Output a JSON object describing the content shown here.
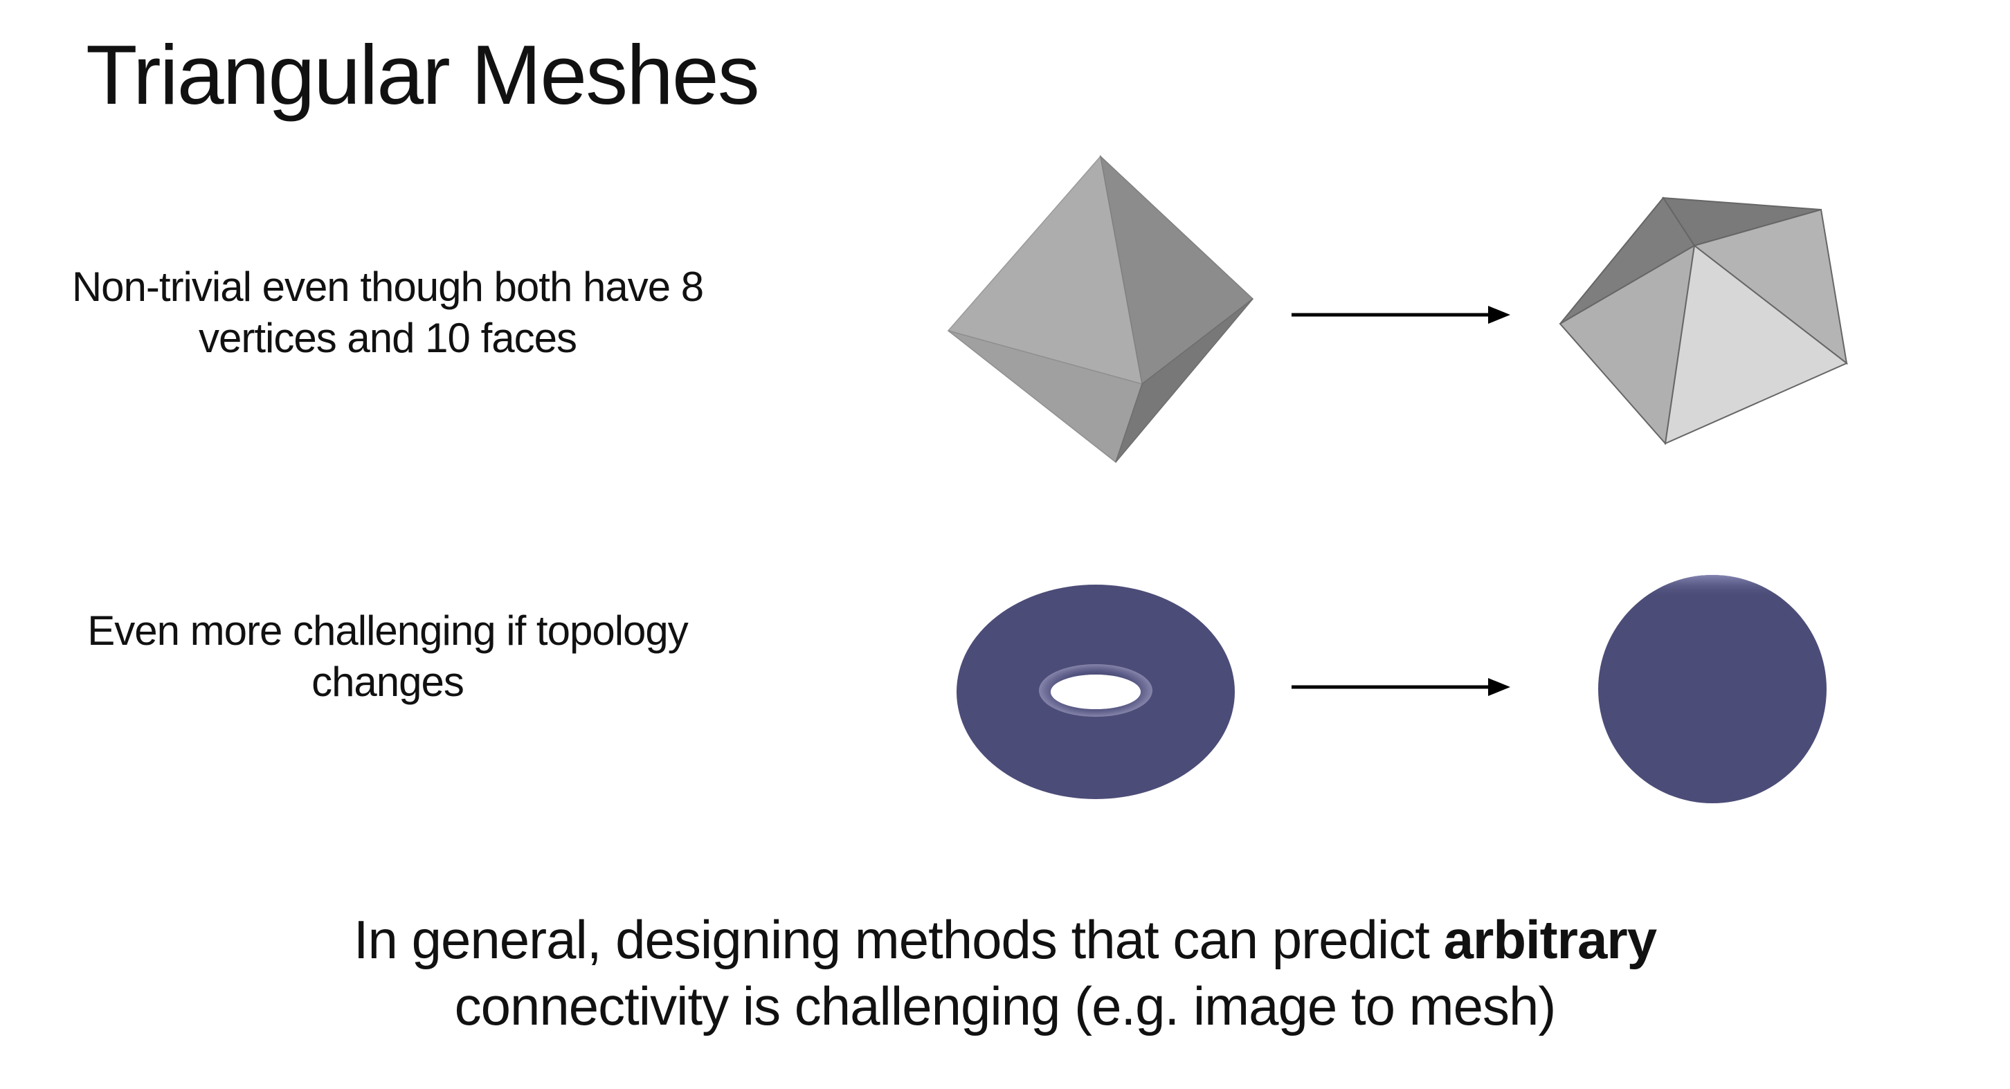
{
  "slide": {
    "title": "Triangular Meshes",
    "row1_caption_line1": "Non-trivial even though both have 8",
    "row1_caption_line2": "vertices and 10 faces",
    "row2_caption_line1": "Even more challenging if topology",
    "row2_caption_line2": "changes",
    "bottom_text_pre": "In general, designing methods that can predict ",
    "bottom_text_bold": "arbitrary",
    "bottom_text_post": "connectivity is challenging (e.g. image to mesh)"
  },
  "colors": {
    "torus_fill": "#4c4c78",
    "arrow": "#000000",
    "mesh_edge": "#666666"
  },
  "icons": {
    "arrow_1": "right-arrow",
    "arrow_2": "right-arrow"
  }
}
